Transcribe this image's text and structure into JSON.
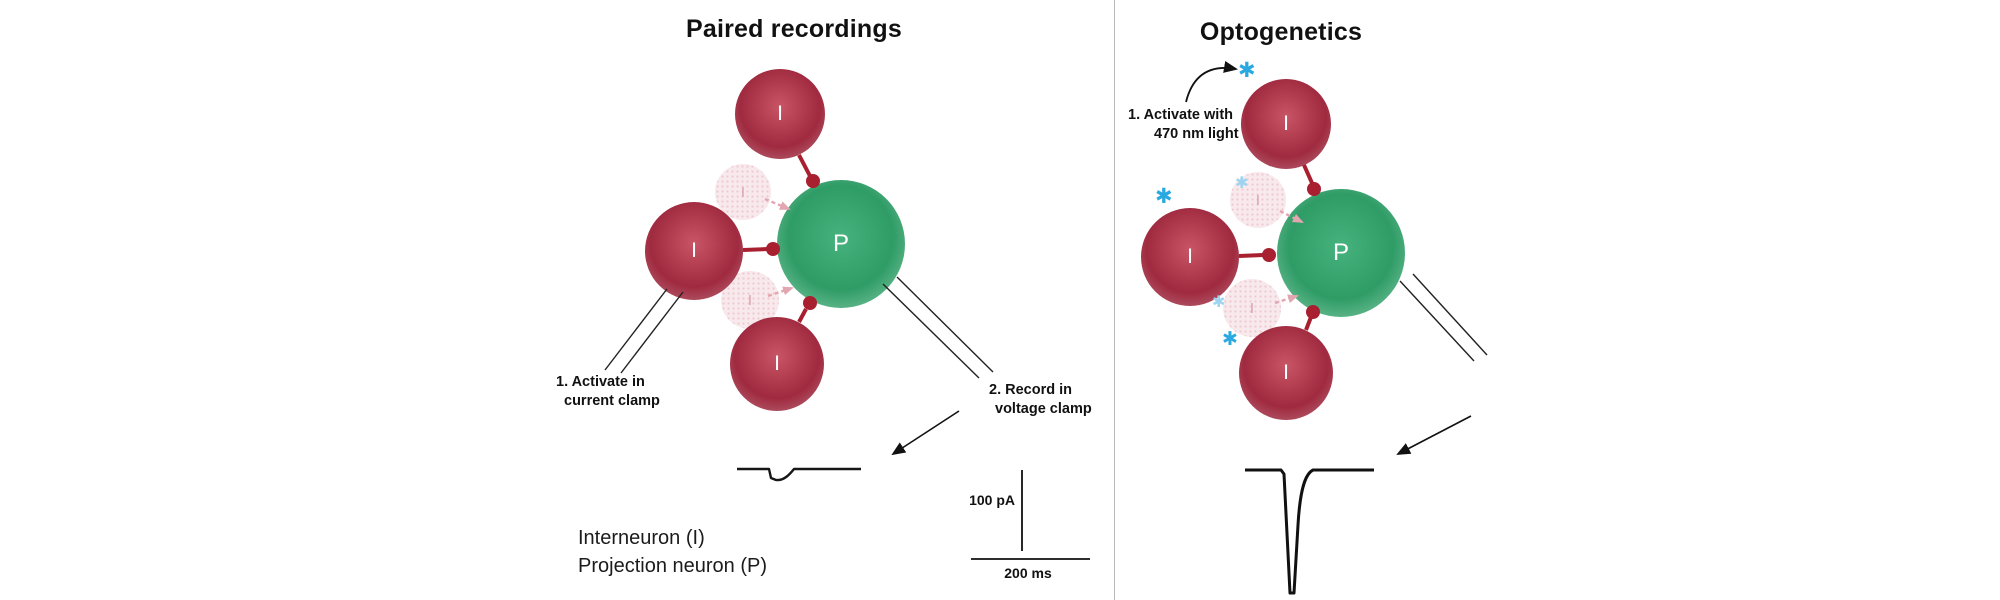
{
  "left_panel": {
    "title": "Paired recordings",
    "neuron_i": "I",
    "neuron_p": "P",
    "activate_line1": "1. Activate in",
    "activate_line2": "current clamp",
    "record_line1": "2. Record in",
    "record_line2": "voltage clamp"
  },
  "right_panel": {
    "title": "Optogenetics",
    "neuron_i": "I",
    "neuron_p": "P",
    "activate_line1": "1.  Activate with",
    "activate_line2": "470 nm light"
  },
  "scale_bar": {
    "current": "100 pA",
    "time": "200 ms"
  },
  "legend": {
    "interneuron": "Interneuron (I)",
    "projection": "Projection neuron (P)"
  },
  "icons": {
    "light_pulse": "✱"
  },
  "colors": {
    "interneuron_red": "#a02a3f",
    "projection_green": "#2f9c66",
    "light_blue": "#2aa9e1",
    "synapse_red": "#a81f2f",
    "faded_pink": "#f2d6db"
  }
}
